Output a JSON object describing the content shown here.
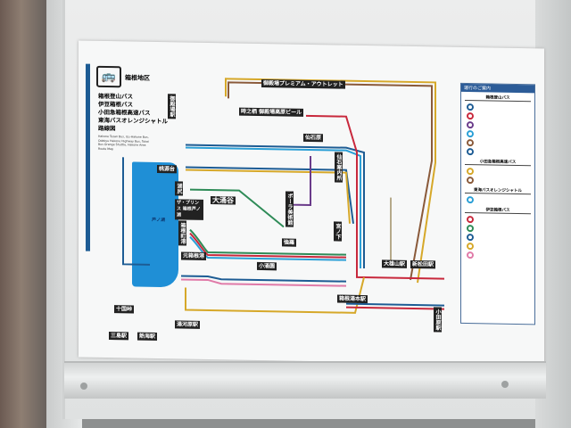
{
  "header": {
    "area_title": "箱根地区",
    "bus_icon": "bus-icon",
    "companies": [
      "箱根登山バス",
      "伊豆箱根バス",
      "小田急箱根高速バス",
      "東海バスオレンジシャトル",
      "路線図"
    ],
    "english": "Hakone Tozan Bus, Izu-Hakone Bus, Odakyu Hakone Highway Bus, Tokai Bus Orange Shuttle, Hakone Area Route Map"
  },
  "map": {
    "lake": "芦ノ湖",
    "stations": [
      "御殿場駅",
      "御殿場プレミアム・アウトレット",
      "時之栖 御殿場高原ビール",
      "仙石案内所",
      "仙石原",
      "桃源台",
      "湖尻",
      "大涌谷",
      "ザ・プリンス 箱根芦ノ湖",
      "ポーラ美術館",
      "強羅",
      "宮ノ下",
      "小涌園",
      "箱根町港",
      "元箱根港",
      "大雄山駅",
      "新松田駅",
      "箱根湯本駅",
      "小田原駅",
      "十国峠",
      "三島駅",
      "熱海駅",
      "湯河原駅"
    ]
  },
  "legend": {
    "title": "運行のご案内",
    "sections": [
      "箱根登山バス",
      "小田急箱根高速バス",
      "東海バスオレンジシャトル",
      "伊豆箱根バス"
    ],
    "colors": [
      "#1d5c94",
      "#c8283c",
      "#6a3b8a",
      "#2e8b57",
      "#d6a829",
      "#8a5a3a",
      "#2a9fd6",
      "#e07aa8"
    ]
  }
}
